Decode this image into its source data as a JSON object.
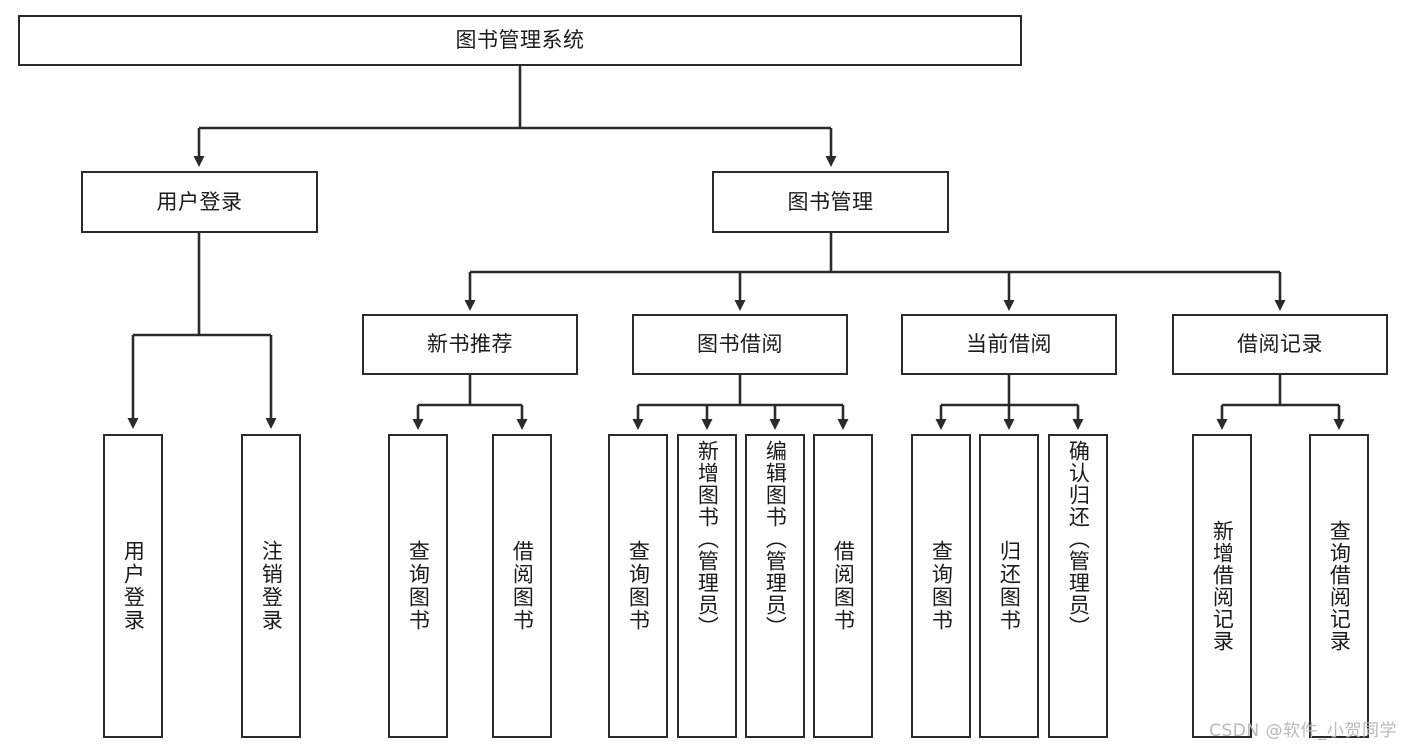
{
  "diagram": {
    "title": "图书管理系统",
    "type": "tree-hierarchy",
    "watermark": "CSDN @软件_小贺同学",
    "colors": {
      "stroke": "#2b2b2b",
      "fill": "#ffffff",
      "text": "#1b1b1b",
      "watermark": "#b9b9b9"
    },
    "levels": {
      "level1": {
        "root": {
          "label": "图书管理系统"
        }
      },
      "level2": [
        {
          "label": "用户登录"
        },
        {
          "label": "图书管理"
        }
      ],
      "level3": [
        {
          "label": "新书推荐"
        },
        {
          "label": "图书借阅"
        },
        {
          "label": "当前借阅"
        },
        {
          "label": "借阅记录"
        }
      ]
    },
    "leaves": {
      "user_login": [
        {
          "label": "用户登录"
        },
        {
          "label": "注销登录"
        }
      ],
      "new_book_recommend": [
        {
          "label": "查询图书"
        },
        {
          "label": "借阅图书"
        }
      ],
      "book_borrow": [
        {
          "label": "查询图书"
        },
        {
          "label": "新增图书（管理员）"
        },
        {
          "label": "编辑图书（管理员）"
        },
        {
          "label": "借阅图书"
        }
      ],
      "current_borrow": [
        {
          "label": "查询图书"
        },
        {
          "label": "归还图书"
        },
        {
          "label": "确认归还（管理员）"
        }
      ],
      "borrow_record": [
        {
          "label": "新增借阅记录"
        },
        {
          "label": "查询借阅记录"
        }
      ]
    }
  }
}
